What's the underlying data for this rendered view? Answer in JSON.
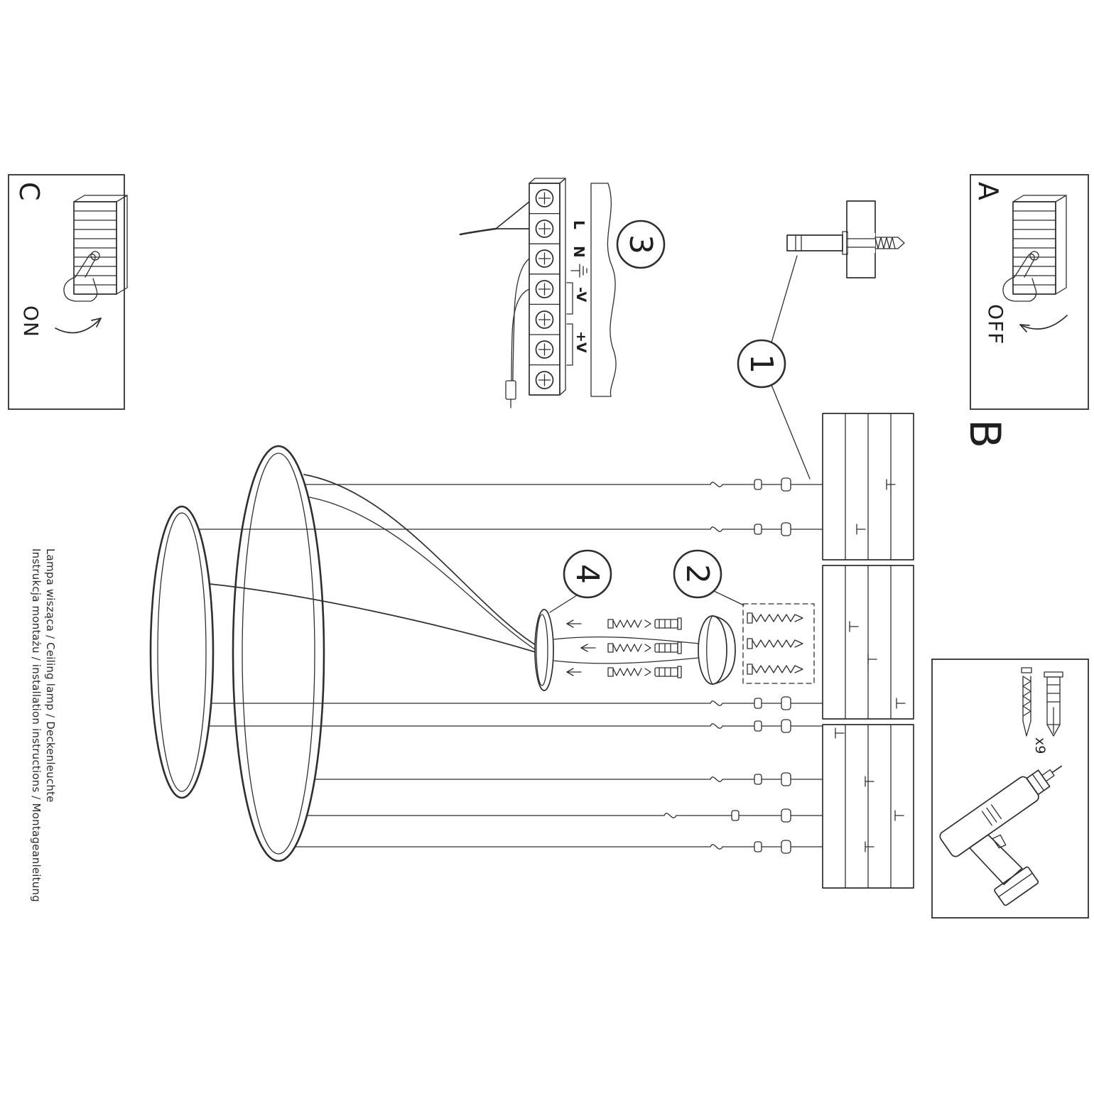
{
  "document": {
    "title_line_1": "Instrukcja montażu / installation instructions / Montageanleitung",
    "title_line_2": "Lampa wisząca / Ceiling lamp / Deckenleuchte"
  },
  "panels": {
    "c": {
      "label": "C",
      "state": "ON"
    },
    "a": {
      "label": "A",
      "state": "OFF"
    },
    "b": {
      "label": "B"
    }
  },
  "steps": {
    "s1": "1",
    "s2": "2",
    "s3": "3",
    "s4": "4"
  },
  "terminal": {
    "live": "L",
    "neutral": "N",
    "minus_v": "-V",
    "plus_v": "+V"
  },
  "hardware": {
    "anchor_quantity": "x9"
  },
  "colors": {
    "line": "#2f2f2f",
    "background": "#ffffff"
  }
}
